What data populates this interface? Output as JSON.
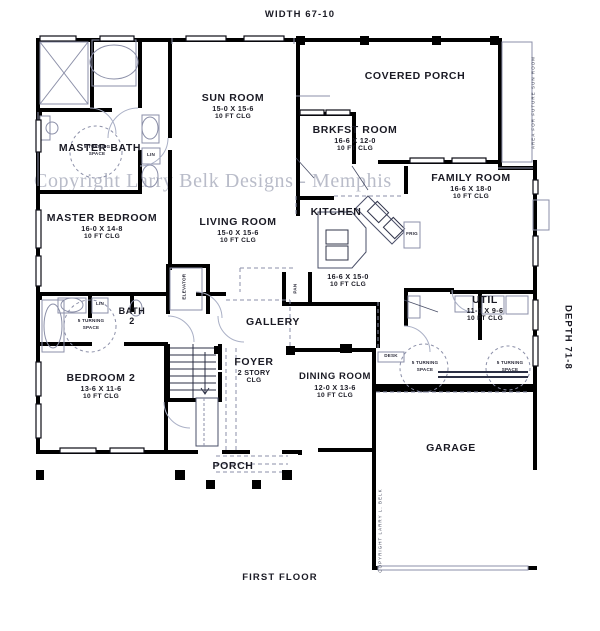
{
  "sheet": {
    "width_label": "WIDTH 67-10",
    "depth_label": "DEPTH 71-8",
    "floor_label": "FIRST FLOOR",
    "watermark": "Copyright Larry Belk Designs - Memphis",
    "vertical_credit": "COPYRIGHT LARRY L. BELK",
    "future_area": "AREA FOR FUTURE SUN ROOM"
  },
  "rooms": [
    {
      "id": "master-bath",
      "name": "MASTER BATH",
      "dim": "",
      "clg": ""
    },
    {
      "id": "sun-room",
      "name": "SUN ROOM",
      "dim": "15-0 X 15-6",
      "clg": "10 FT CLG"
    },
    {
      "id": "covered-porch",
      "name": "COVERED PORCH",
      "dim": "",
      "clg": ""
    },
    {
      "id": "brkfst-room",
      "name": "BRKFST ROOM",
      "dim": "16-6 X 12-0",
      "clg": "10 FT CLG"
    },
    {
      "id": "family-room",
      "name": "FAMILY ROOM",
      "dim": "16-6 X 18-0",
      "clg": "10 FT CLG"
    },
    {
      "id": "master-bedroom",
      "name": "MASTER BEDROOM",
      "dim": "16-0 X 14-8",
      "clg": "10 FT CLG"
    },
    {
      "id": "living-room",
      "name": "LIVING ROOM",
      "dim": "15-0 X 15-6",
      "clg": "10 FT CLG"
    },
    {
      "id": "kitchen",
      "name": "KITCHEN",
      "dim": "16-6 X 15-0",
      "clg": "10 FT CLG"
    },
    {
      "id": "util",
      "name": "UTIL",
      "dim": "11-0 X 9-6",
      "clg": "10 FT CLG"
    },
    {
      "id": "gallery",
      "name": "GALLERY",
      "dim": "",
      "clg": ""
    },
    {
      "id": "bath-2",
      "name": "BATH",
      "dim": "2",
      "clg": ""
    },
    {
      "id": "bedroom-2",
      "name": "BEDROOM 2",
      "dim": "13-6 X 11-6",
      "clg": "10 FT CLG"
    },
    {
      "id": "foyer",
      "name": "FOYER",
      "dim": "2 STORY",
      "clg": "CLG"
    },
    {
      "id": "dining-room",
      "name": "DINING ROOM",
      "dim": "12-0 X 13-6",
      "clg": "10 FT CLG"
    },
    {
      "id": "garage",
      "name": "GARAGE",
      "dim": "",
      "clg": ""
    },
    {
      "id": "porch",
      "name": "PORCH",
      "dim": "",
      "clg": ""
    }
  ],
  "annotations": {
    "turning_space_line1": "5 TURNING",
    "turning_space_line2": "SPACE",
    "elevator": "ELEVATOR",
    "pantry": "PAN",
    "desk": "DESK",
    "lin": "LIN",
    "frig": "FRIG"
  },
  "colors": {
    "wall": "#000000",
    "thin_line": "#8b8fa8",
    "paper": "#ffffff",
    "watermark": "#b9bcc9",
    "text": "#1a1a24"
  }
}
